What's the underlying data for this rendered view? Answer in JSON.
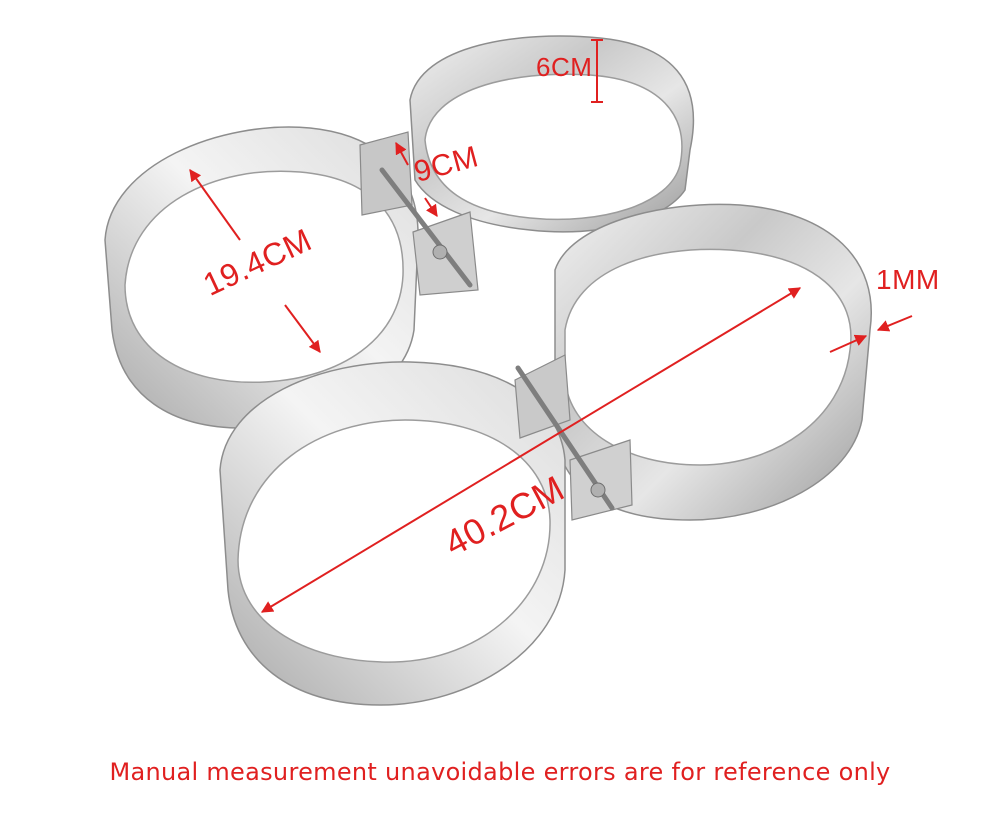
{
  "measurements": {
    "height": "6CM",
    "bracket": "9CM",
    "ring_diameter": "19.4CM",
    "thickness": "1MM",
    "overall_width": "40.2CM"
  },
  "caption": "Manual measurement unavoidable errors are for reference only",
  "colors": {
    "annotation": "#e02020",
    "metal_light": "#ececec",
    "metal_mid": "#bdbdbd",
    "metal_dark": "#8a8a8a"
  }
}
